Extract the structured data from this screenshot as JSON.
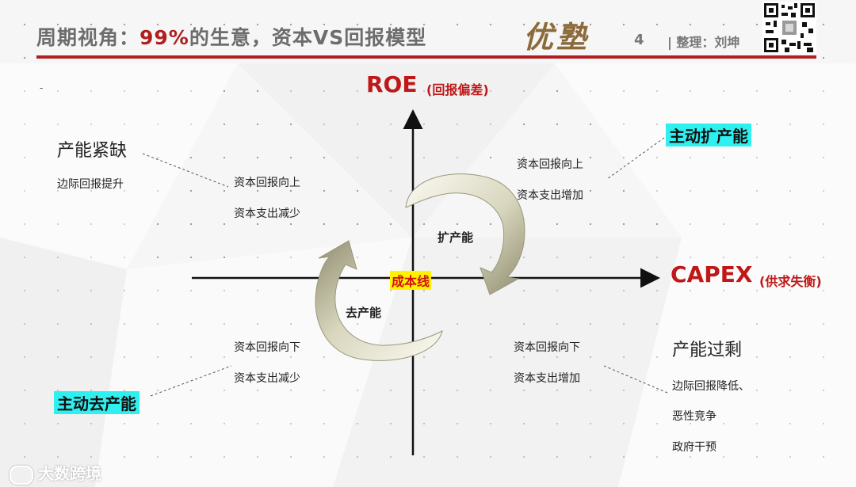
{
  "header": {
    "title_prefix": "周期视角：",
    "title_highlight": "99%",
    "title_suffix": "的生意，资本VS回报模型",
    "brand": "优塾",
    "page_number": "4",
    "author": "| 整理：刘坤"
  },
  "dash_mark": "-",
  "axes": {
    "y_label": "ROE",
    "y_sub": "(回报偏差)",
    "x_label": "CAPEX",
    "x_sub": "(供求失衡)"
  },
  "center_label": "成本线",
  "cycle": {
    "expand": "扩产能",
    "reduce": "去产能"
  },
  "top_left": {
    "title": "产能紧缺",
    "subtitle": "边际回报提升",
    "line1": "资本回报向上",
    "line2": "资本支出减少"
  },
  "top_right": {
    "title": "主动扩产能",
    "line1": "资本回报向上",
    "line2": "资本支出增加"
  },
  "bottom_left": {
    "title": "主动去产能",
    "line1": "资本回报向下",
    "line2": "资本支出减少"
  },
  "bottom_right": {
    "title": "产能过剩",
    "line1": "资本回报向下",
    "line2": "资本支出增加",
    "notes": [
      "边际回报降低、",
      "恶性竞争",
      "政府干预"
    ]
  },
  "watermark": "大数跨境",
  "colors": {
    "accent_red": "#c01818",
    "highlight_cyan": "#2ff0f0",
    "highlight_yellow": "#fff100"
  }
}
